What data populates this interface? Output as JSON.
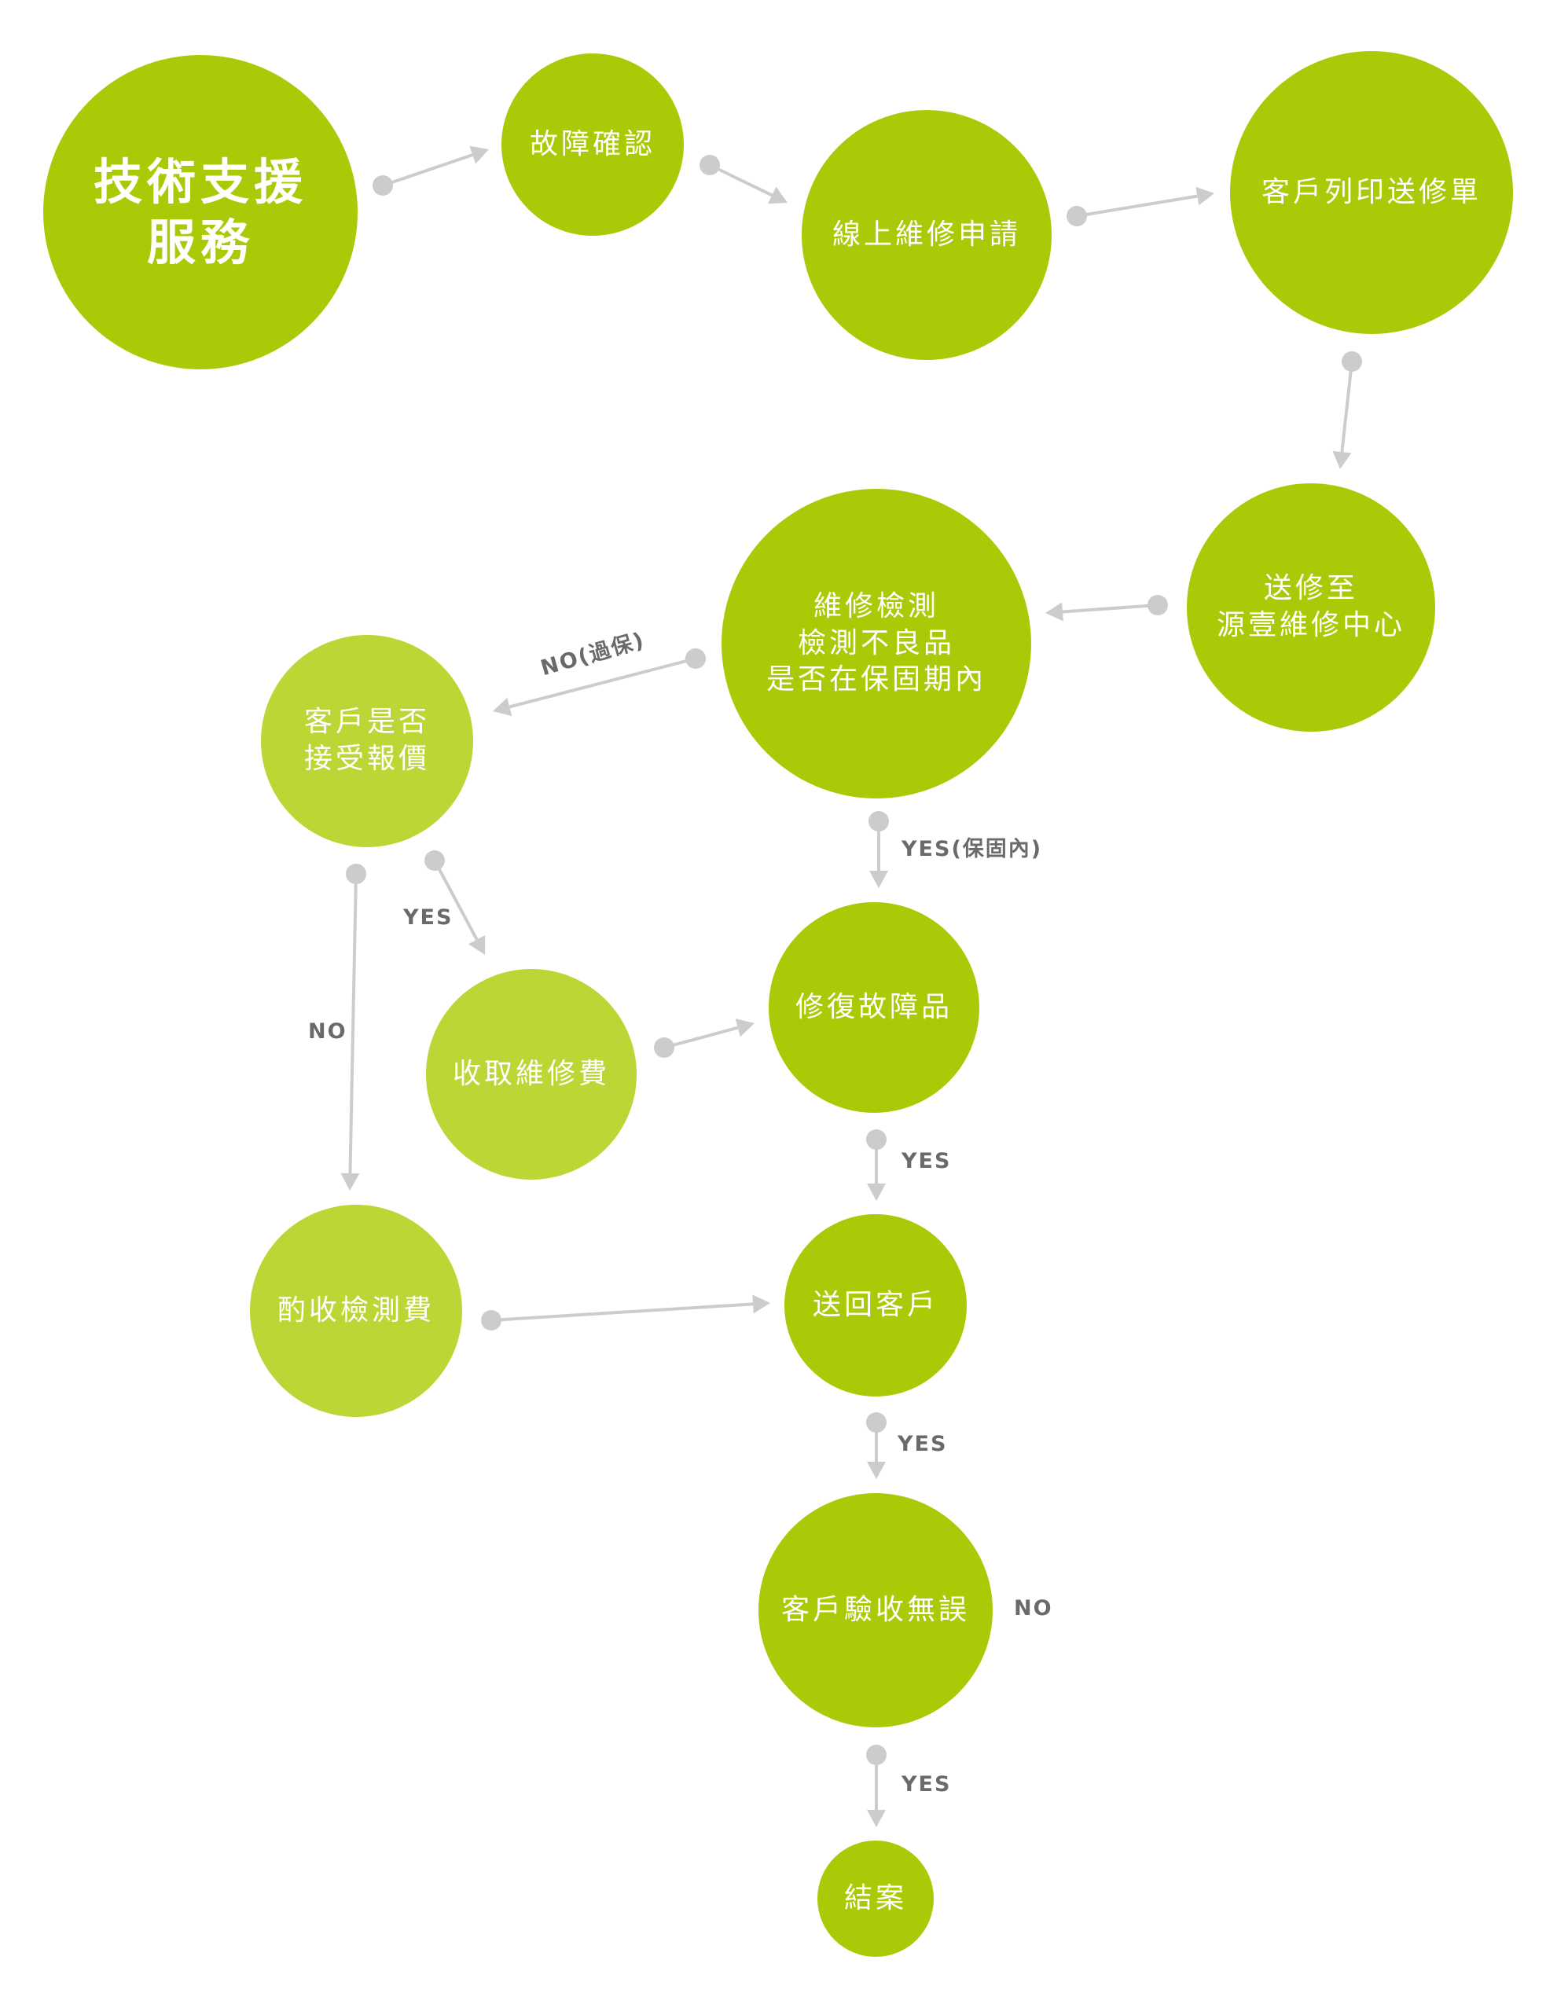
{
  "diagram": {
    "nodes": {
      "start": {
        "label": "技術支援\n服務"
      },
      "fault_check": {
        "label": "故障確認"
      },
      "online_apply": {
        "label": "線上維修申請"
      },
      "print_form": {
        "label": "客戶列印送修單"
      },
      "send_center": {
        "label": "送修至\n源壹維修中心"
      },
      "inspect": {
        "label": "維修檢測\n檢測不良品\n是否在保固期內"
      },
      "accept_quote": {
        "label": "客戶是否\n接受報價"
      },
      "charge_fee": {
        "label": "收取維修費"
      },
      "repair": {
        "label": "修復故障品"
      },
      "inspect_fee": {
        "label": "酌收檢測費"
      },
      "return": {
        "label": "送回客戶"
      },
      "acceptance": {
        "label": "客戶驗收無誤"
      },
      "close": {
        "label": "結案"
      }
    },
    "edge_labels": {
      "no_expired": "NO(過保)",
      "yes_warranty": "YES(保固內)",
      "yes_accept": "YES",
      "no_accept": "NO",
      "yes_repair": "YES",
      "yes_return": "YES",
      "no_acceptance": "NO",
      "yes_close": "YES"
    },
    "edges": [
      {
        "from": "start",
        "to": "fault_check"
      },
      {
        "from": "fault_check",
        "to": "online_apply"
      },
      {
        "from": "online_apply",
        "to": "print_form"
      },
      {
        "from": "print_form",
        "to": "send_center"
      },
      {
        "from": "send_center",
        "to": "inspect"
      },
      {
        "from": "inspect",
        "to": "accept_quote",
        "label": "NO(過保)"
      },
      {
        "from": "inspect",
        "to": "repair",
        "label": "YES(保固內)"
      },
      {
        "from": "accept_quote",
        "to": "charge_fee",
        "label": "YES"
      },
      {
        "from": "accept_quote",
        "to": "inspect_fee",
        "label": "NO"
      },
      {
        "from": "charge_fee",
        "to": "repair"
      },
      {
        "from": "repair",
        "to": "return",
        "label": "YES"
      },
      {
        "from": "inspect_fee",
        "to": "return"
      },
      {
        "from": "return",
        "to": "acceptance",
        "label": "YES"
      },
      {
        "from": "acceptance",
        "to": "close",
        "label": "YES"
      }
    ],
    "colors": {
      "primary_node": "#a9cb07",
      "secondary_node": "#bad735",
      "connector": "#cccccc",
      "label_text": "#6a6a6a"
    }
  }
}
